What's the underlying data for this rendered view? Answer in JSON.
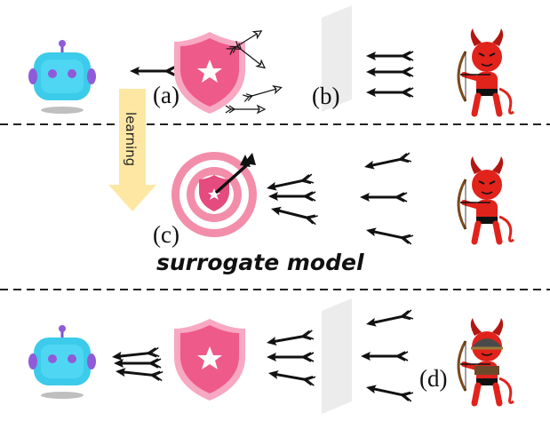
{
  "labels": {
    "a": "(a)",
    "b": "(b)",
    "c": "(c)",
    "d": "(d)",
    "learning": "learning",
    "surrogate": "surrogate model"
  },
  "colors": {
    "shield_fill": "#ee5a8a",
    "shield_border": "#f7a8c2",
    "robot_body": "#3ccbea",
    "robot_eyes": "#8f5bd9",
    "devil_red": "#e1231c",
    "learning_arrow": "#fde7a3",
    "divider": "#222222"
  },
  "icons": [
    "robot-icon",
    "shield-icon",
    "devil-archer-icon",
    "target-icon",
    "wall-panel",
    "arrow-icon"
  ]
}
